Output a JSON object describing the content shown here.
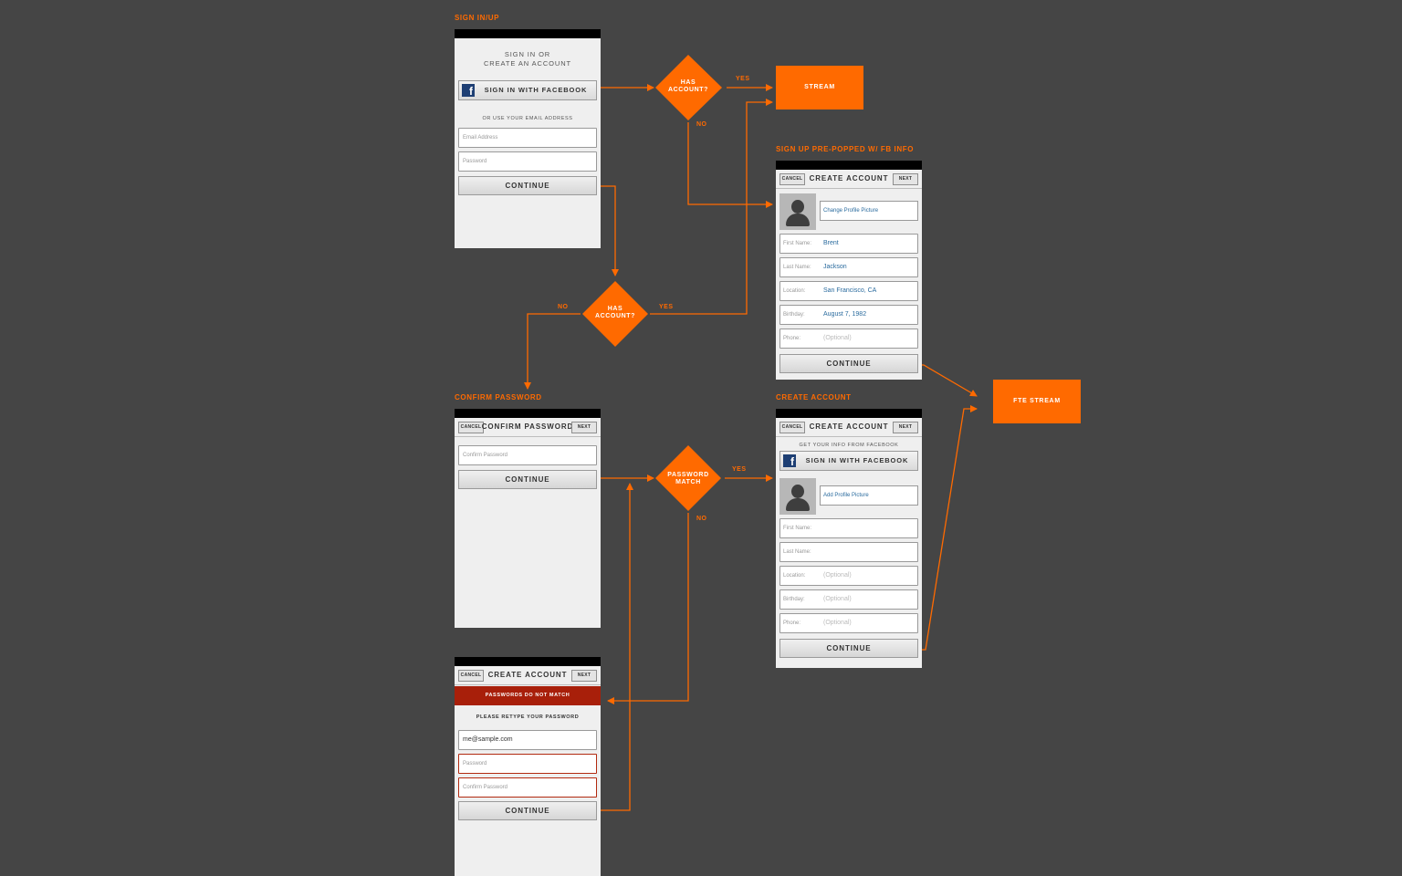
{
  "sections": {
    "sign_in_up": "SIGN IN/UP",
    "signup_prepopped": "SIGN UP PRE-POPPED W/ FB INFO",
    "confirm_password": "CONFIRM PASSWORD",
    "create_account": "CREATE ACCOUNT"
  },
  "signin_screen": {
    "heading_line1": "SIGN IN OR",
    "heading_line2": "CREATE AN ACCOUNT",
    "fb_button": "SIGN IN WITH FACEBOOK",
    "or_email": "OR USE YOUR EMAIL ADDRESS",
    "email_placeholder": "Email Address",
    "password_placeholder": "Password",
    "continue": "CONTINUE"
  },
  "prepopped_screen": {
    "cancel": "CANCEL",
    "title": "CREATE ACCOUNT",
    "next": "NEXT",
    "change_pic": "Change Profile Picture",
    "fields": [
      {
        "label": "First Name:",
        "value": "Brent"
      },
      {
        "label": "Last Name:",
        "value": "Jackson"
      },
      {
        "label": "Location:",
        "value": "San Francisco, CA"
      },
      {
        "label": "Birthday:",
        "value": "August 7, 1982"
      },
      {
        "label": "Phone:",
        "value": "(Optional)"
      }
    ],
    "continue": "CONTINUE"
  },
  "confirm_screen": {
    "cancel": "CANCEL",
    "title": "CONFIRM PASSWORD",
    "next": "NEXT",
    "confirm_placeholder": "Confirm Password",
    "continue": "CONTINUE"
  },
  "create_screen": {
    "cancel": "CANCEL",
    "title": "CREATE ACCOUNT",
    "next": "NEXT",
    "get_info": "GET YOUR INFO FROM FACEBOOK",
    "fb_button": "SIGN IN WITH FACEBOOK",
    "add_pic": "Add Profile Picture",
    "fields": [
      {
        "label": "First Name:",
        "value": ""
      },
      {
        "label": "Last Name:",
        "value": ""
      },
      {
        "label": "Location:",
        "value": "(Optional)"
      },
      {
        "label": "Birthday:",
        "value": "(Optional)"
      },
      {
        "label": "Phone:",
        "value": "(Optional)"
      }
    ],
    "continue": "CONTINUE"
  },
  "mismatch_screen": {
    "cancel": "CANCEL",
    "title": "CREATE ACCOUNT",
    "next": "NEXT",
    "error": "PASSWORDS DO NOT MATCH",
    "retype": "PLEASE RETYPE YOUR PASSWORD",
    "email_value": "me@sample.com",
    "password_placeholder": "Password",
    "confirm_placeholder": "Confirm Password",
    "continue": "CONTINUE"
  },
  "decisions": {
    "has_account_1": "HAS ACCOUNT?",
    "has_account_2": "HAS ACCOUNT?",
    "password_match": "PASSWORD MATCH",
    "yes": "YES",
    "no": "NO"
  },
  "destinations": {
    "stream": "STREAM",
    "fte_stream": "FTE STREAM"
  },
  "colors": {
    "accent": "#ff6a00",
    "background": "#454545",
    "error": "#a81f0a"
  }
}
